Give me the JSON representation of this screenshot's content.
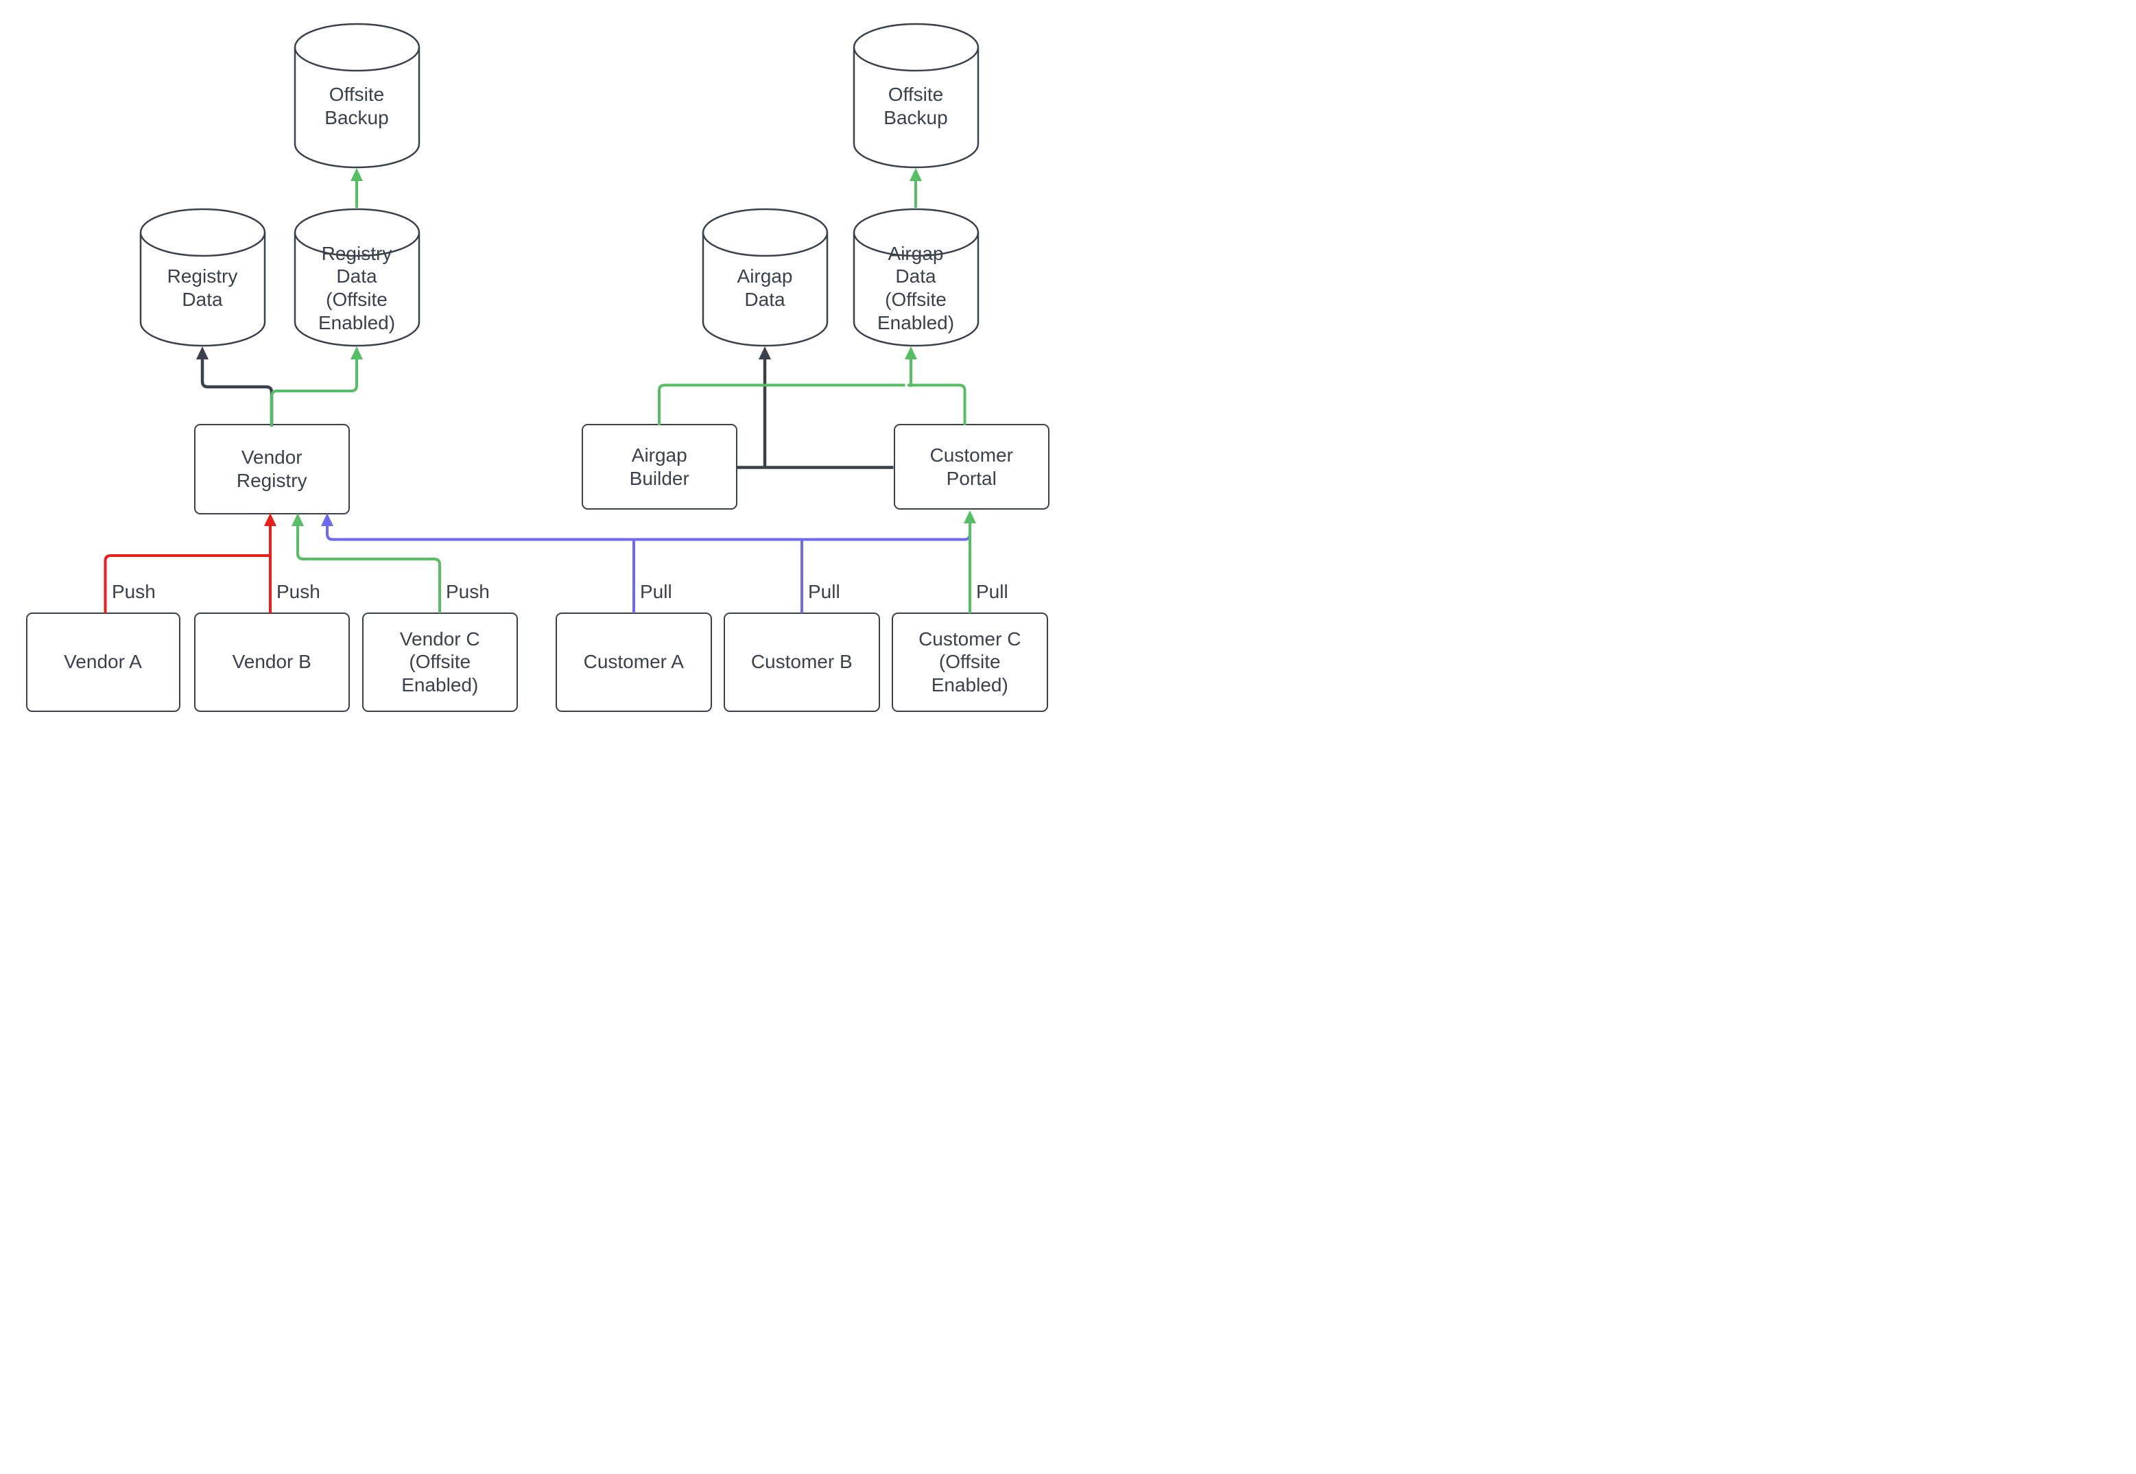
{
  "diagram": {
    "title": "Registry and Airgap data flow diagram",
    "colors": {
      "stroke_dark": "#3A414B",
      "text": "#3A414C",
      "push_red": "#E7211A",
      "offsite_green": "#56BE63",
      "pull_blue": "#6E68F3",
      "background": "#FFFFFF"
    },
    "nodes": {
      "offsite_backup_left": "Offsite\nBackup",
      "registry_data": "Registry\nData",
      "registry_data_offsite": "Registry\nData\n(Offsite\nEnabled)",
      "vendor_registry": "Vendor\nRegistry",
      "vendor_a": "Vendor A",
      "vendor_b": "Vendor B",
      "vendor_c": "Vendor C\n(Offsite\nEnabled)",
      "offsite_backup_right": "Offsite\nBackup",
      "airgap_data": "Airgap\nData",
      "airgap_data_offsite": "Airgap\nData\n(Offsite\nEnabled)",
      "airgap_builder": "Airgap\nBuilder",
      "customer_portal": "Customer\nPortal",
      "customer_a": "Customer A",
      "customer_b": "Customer B",
      "customer_c": "Customer C\n(Offsite\nEnabled)"
    },
    "edge_labels": {
      "push": [
        "Push",
        "Push",
        "Push"
      ],
      "pull": [
        "Pull",
        "Pull",
        "Pull"
      ]
    }
  }
}
